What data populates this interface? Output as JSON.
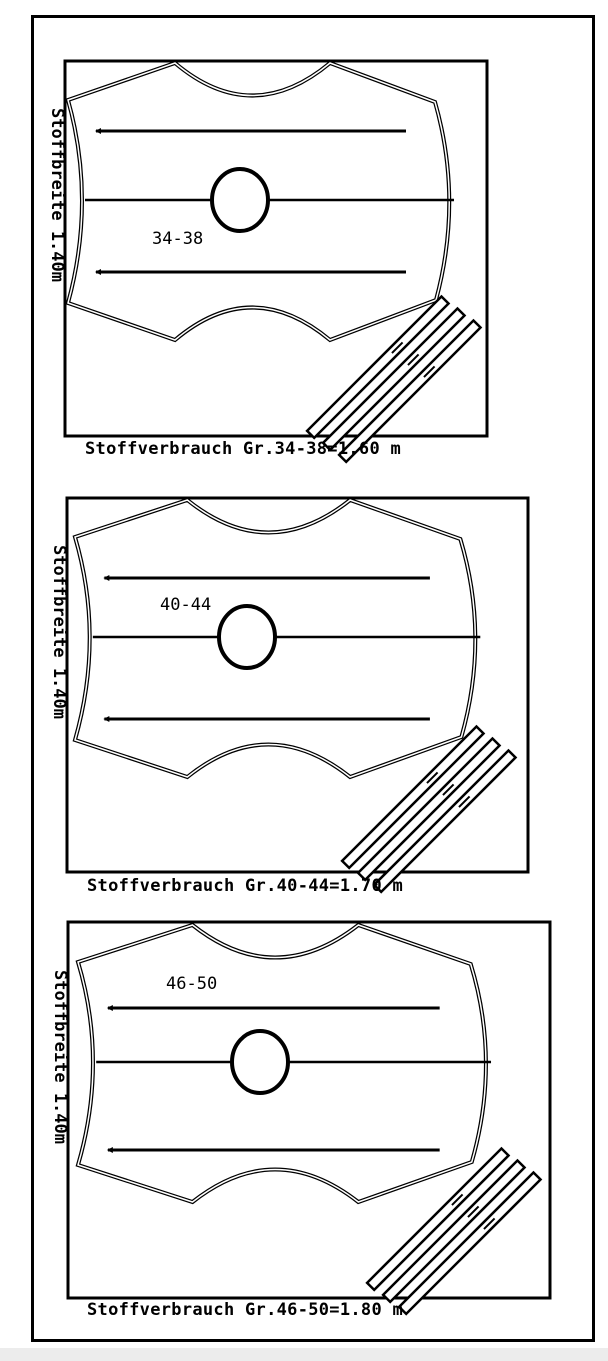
{
  "fabric_width_label": "Stoffbreite 1.40m",
  "panels": [
    {
      "size": "34-38",
      "consumption": "Stoffverbrauch Gr.34-38=1.60 m"
    },
    {
      "size": "40-44",
      "consumption": "Stoffverbrauch Gr.40-44=1.70 m"
    },
    {
      "size": "46-50",
      "consumption": "Stoffverbrauch Gr.46-50=1.80 m"
    }
  ]
}
